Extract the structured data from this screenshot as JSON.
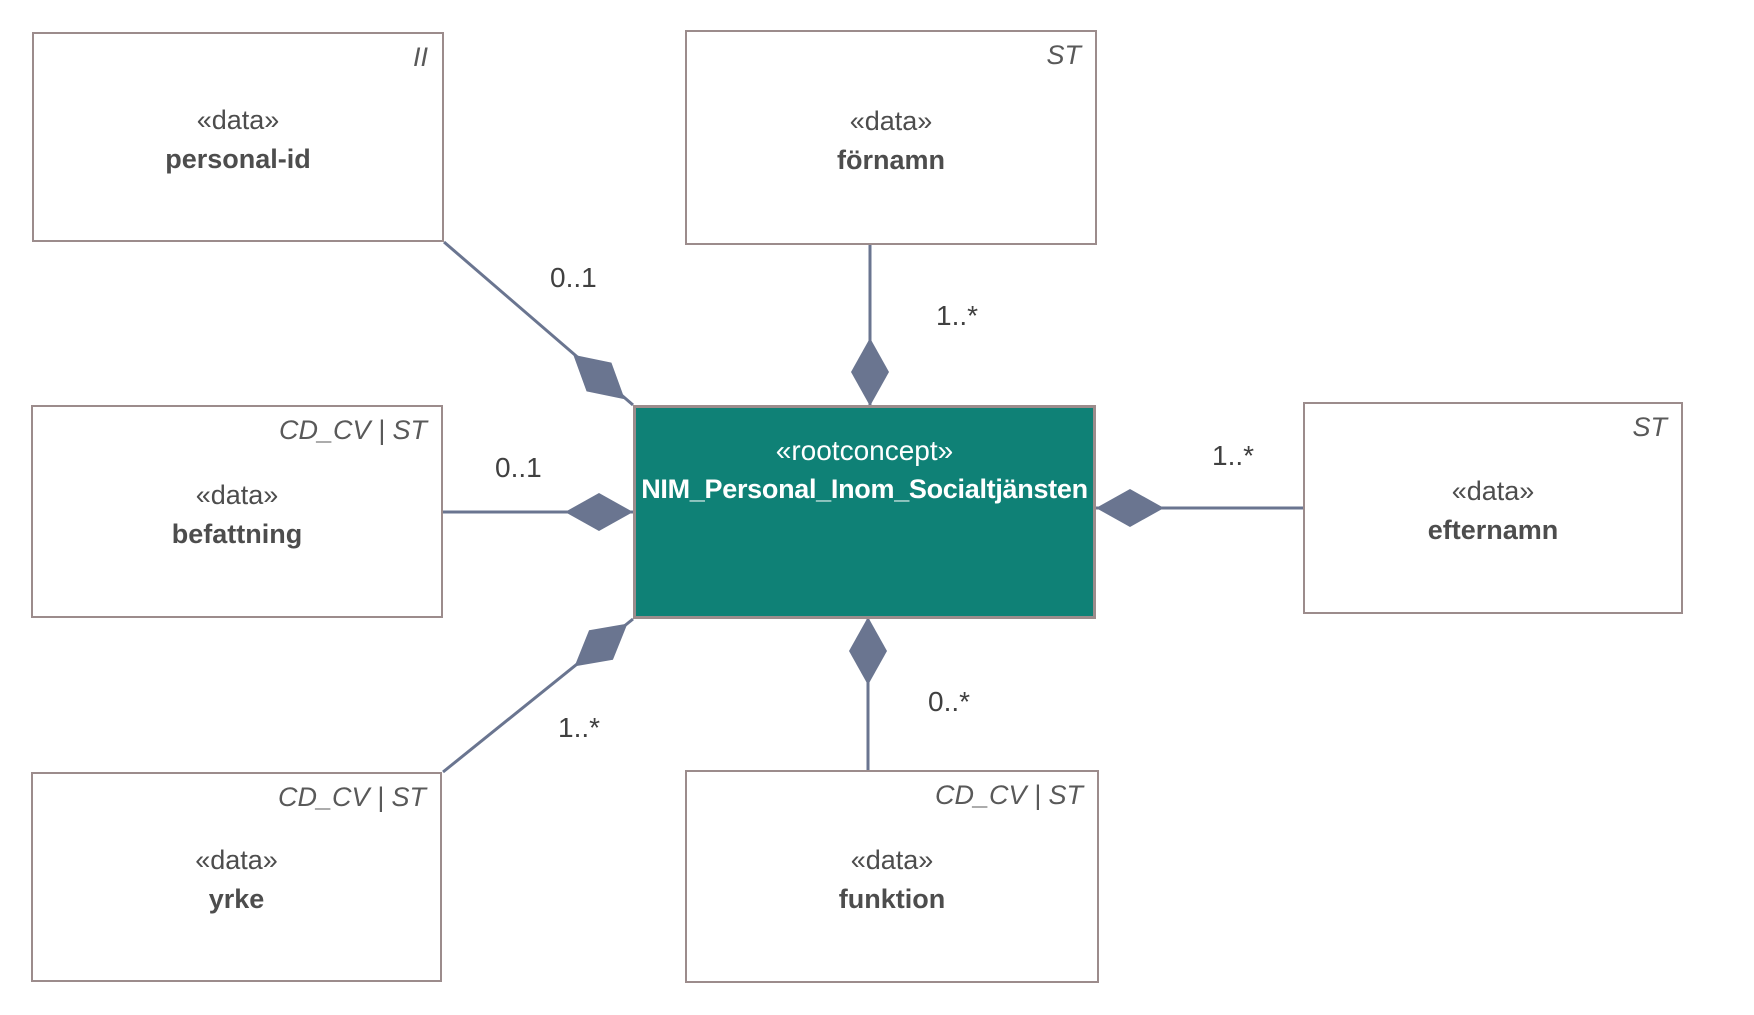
{
  "diagram": {
    "root": {
      "stereotype": "«rootconcept»",
      "name": "NIM_Personal_Inom_Socialtjänsten"
    },
    "nodes": [
      {
        "id": "personal-id",
        "stereotype": "«data»",
        "name": "personal-id",
        "type": "II",
        "multiplicity": "0..1"
      },
      {
        "id": "fornamn",
        "stereotype": "«data»",
        "name": "förnamn",
        "type": "ST",
        "multiplicity": "1..*"
      },
      {
        "id": "befattning",
        "stereotype": "«data»",
        "name": "befattning",
        "type": "CD_CV | ST",
        "multiplicity": "0..1"
      },
      {
        "id": "efternamn",
        "stereotype": "«data»",
        "name": "efternamn",
        "type": "ST",
        "multiplicity": "1..*"
      },
      {
        "id": "yrke",
        "stereotype": "«data»",
        "name": "yrke",
        "type": "CD_CV | ST",
        "multiplicity": "1..*"
      },
      {
        "id": "funktion",
        "stereotype": "«data»",
        "name": "funktion",
        "type": "CD_CV | ST",
        "multiplicity": "0..*"
      }
    ],
    "colors": {
      "root_fill": "#0F8176",
      "box_border": "#9C8C8C",
      "connector": "#6A7590",
      "text": "#4D4D4D"
    }
  }
}
